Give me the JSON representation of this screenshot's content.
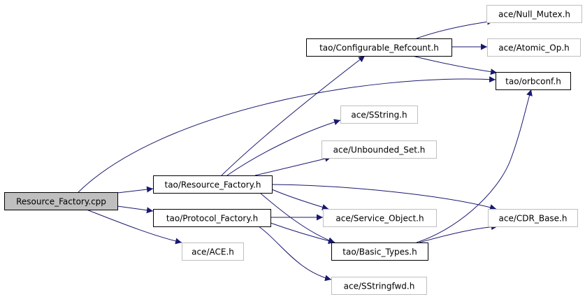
{
  "colors": {
    "edge": "#191970",
    "root_fill": "#bfbfbf",
    "solid_border": "#000000",
    "external_border": "#bfbfbf",
    "text": "#000000"
  },
  "nodes": [
    {
      "id": "resource_factory_cpp",
      "label": "Resource_Factory.cpp",
      "kind": "root"
    },
    {
      "id": "tao_resource_factory_h",
      "label": "tao/Resource_Factory.h",
      "kind": "internal"
    },
    {
      "id": "tao_protocol_factory_h",
      "label": "tao/Protocol_Factory.h",
      "kind": "internal"
    },
    {
      "id": "ace_ace_h",
      "label": "ace/ACE.h",
      "kind": "external"
    },
    {
      "id": "tao_configurable_refcount_h",
      "label": "tao/Configurable_Refcount.h",
      "kind": "internal"
    },
    {
      "id": "ace_sstring_h",
      "label": "ace/SString.h",
      "kind": "external"
    },
    {
      "id": "ace_unbounded_set_h",
      "label": "ace/Unbounded_Set.h",
      "kind": "external"
    },
    {
      "id": "ace_service_object_h",
      "label": "ace/Service_Object.h",
      "kind": "external"
    },
    {
      "id": "tao_basic_types_h",
      "label": "tao/Basic_Types.h",
      "kind": "internal"
    },
    {
      "id": "ace_sstringfwd_h",
      "label": "ace/SStringfwd.h",
      "kind": "external"
    },
    {
      "id": "ace_null_mutex_h",
      "label": "ace/Null_Mutex.h",
      "kind": "external"
    },
    {
      "id": "ace_atomic_op_h",
      "label": "ace/Atomic_Op.h",
      "kind": "external"
    },
    {
      "id": "tao_orbconf_h",
      "label": "tao/orbconf.h",
      "kind": "internal"
    },
    {
      "id": "ace_cdr_base_h",
      "label": "ace/CDR_Base.h",
      "kind": "external"
    }
  ],
  "edges": [
    {
      "from": "resource_factory_cpp",
      "to": "tao_resource_factory_h"
    },
    {
      "from": "resource_factory_cpp",
      "to": "tao_protocol_factory_h"
    },
    {
      "from": "resource_factory_cpp",
      "to": "ace_ace_h"
    },
    {
      "from": "resource_factory_cpp",
      "to": "tao_orbconf_h"
    },
    {
      "from": "tao_resource_factory_h",
      "to": "tao_configurable_refcount_h"
    },
    {
      "from": "tao_resource_factory_h",
      "to": "ace_sstring_h"
    },
    {
      "from": "tao_resource_factory_h",
      "to": "ace_unbounded_set_h"
    },
    {
      "from": "tao_resource_factory_h",
      "to": "ace_service_object_h"
    },
    {
      "from": "tao_resource_factory_h",
      "to": "tao_basic_types_h"
    },
    {
      "from": "tao_resource_factory_h",
      "to": "ace_cdr_base_h"
    },
    {
      "from": "tao_protocol_factory_h",
      "to": "ace_service_object_h"
    },
    {
      "from": "tao_protocol_factory_h",
      "to": "tao_basic_types_h"
    },
    {
      "from": "tao_protocol_factory_h",
      "to": "ace_sstringfwd_h"
    },
    {
      "from": "tao_configurable_refcount_h",
      "to": "ace_null_mutex_h"
    },
    {
      "from": "tao_configurable_refcount_h",
      "to": "ace_atomic_op_h"
    },
    {
      "from": "tao_configurable_refcount_h",
      "to": "tao_orbconf_h"
    },
    {
      "from": "tao_basic_types_h",
      "to": "ace_cdr_base_h"
    },
    {
      "from": "tao_basic_types_h",
      "to": "tao_orbconf_h"
    }
  ]
}
